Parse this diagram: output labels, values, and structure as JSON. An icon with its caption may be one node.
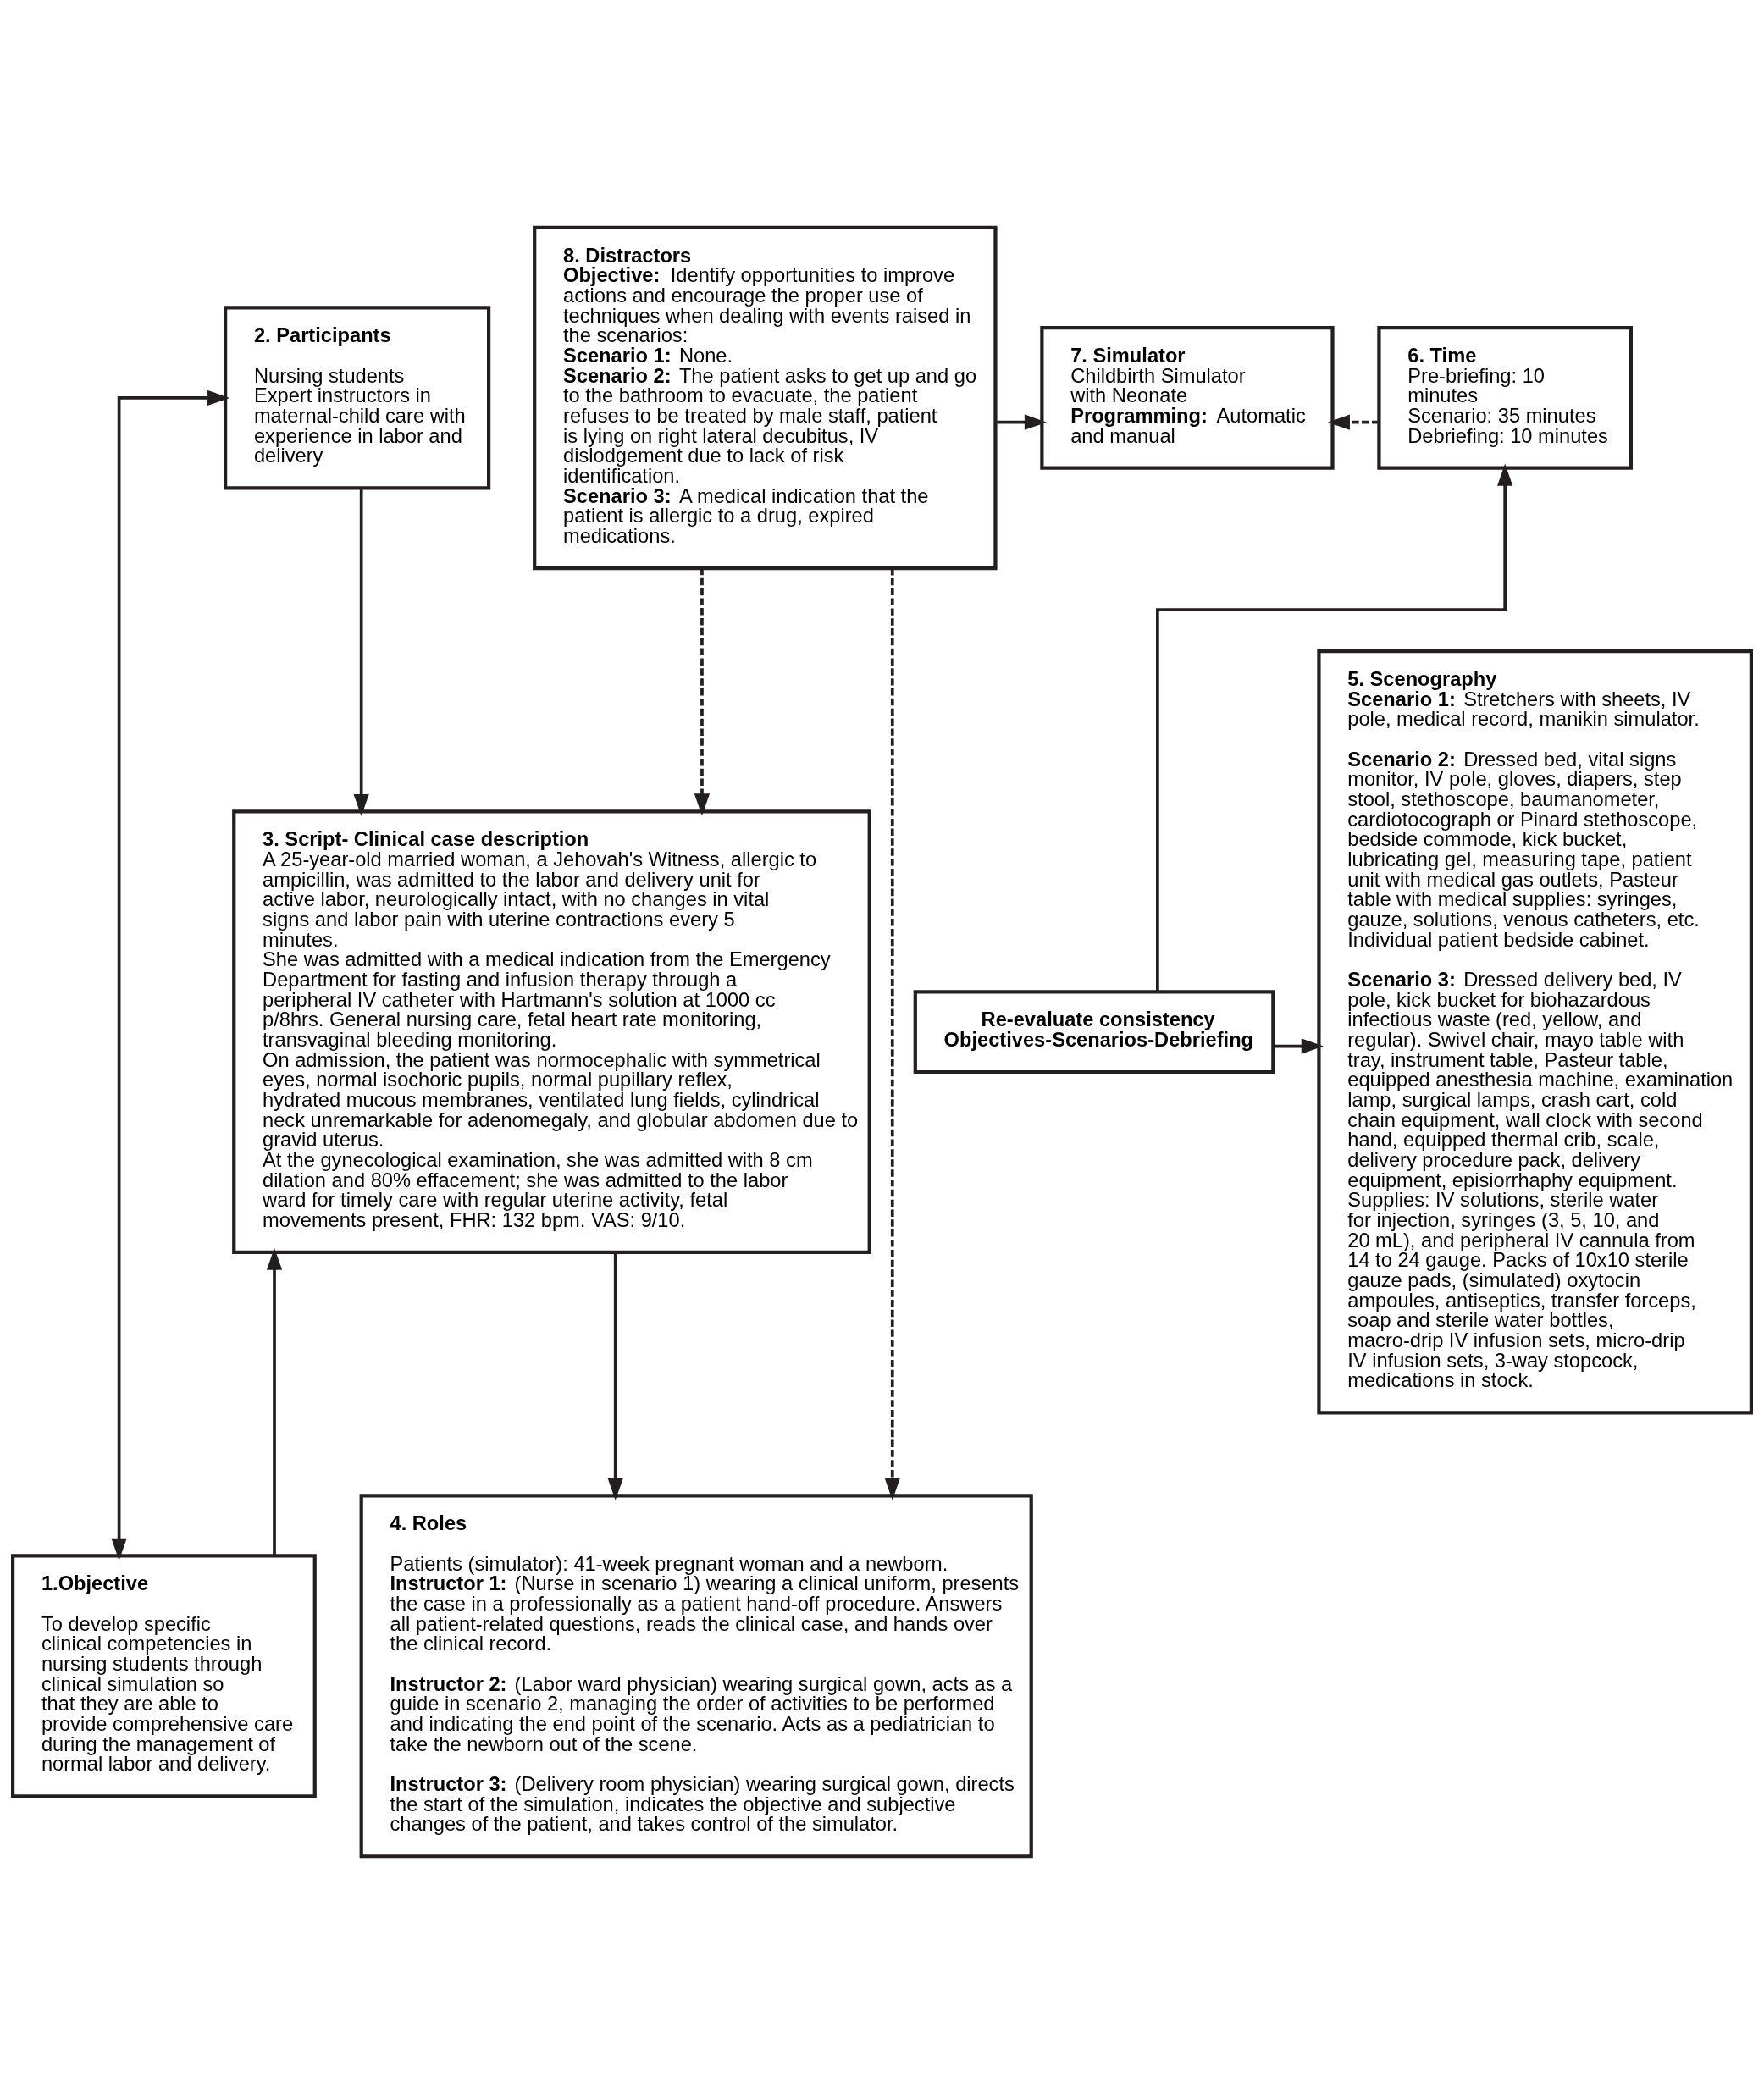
{
  "diagram": {
    "nodes": [
      {
        "text": [
          "2. Participants",
          "Nursing students",
          "Expert instructors in maternal-child care with experience in labor and delivery"
        ]
      },
      {
        "text": [
          "8. Distractors",
          "**Objective:** Identify opportunities to improve actions and encourage the proper use of techniques when dealing with events raised in the scenarios:",
          "**Scenario 1:** None.",
          "**Scenario 2:** The patient asks to get up and go to the bathroom to evacuate, the patient refuses to be treated by male staff, patient is lying on right lateral decubitus, IV dislodgement due to lack of risk identification.",
          "**Scenario 3:** A medical indication that the patient is allergic to a drug, expired medications."
        ]
      },
      {
        "text": [
          "7. Simulator",
          "Childbirth Simulator with Neonate",
          "**Programming:** Automatic and manual"
        ]
      },
      {
        "text": [
          "6. Time",
          "Pre-briefing: 10 minutes",
          "Scenario: 35 minutes",
          "Debriefing: 10 minutes"
        ]
      },
      {
        "text": [
          "3. Script- Clinical case description",
          "A 25-year-old married woman, a Jehovah's Witness, allergic to ampicillin, was admitted to the labor and delivery unit for active labor, neurologically intact, with no changes in vital signs and labor pain with uterine contractions every 5 minutes.",
          "She was admitted with a medical indication from the Emergency Department for fasting and infusion therapy through a peripheral IV catheter with Hartmann's solution at 1000 cc p/8hrs. General nursing care, fetal heart rate monitoring, transvaginal bleeding monitoring.",
          "On admission, the patient was normocephalic with symmetrical eyes, normal isochoric pupils, normal pupillary reflex, hydrated mucous membranes, ventilated lung fields, cylindrical neck unremarkable for adenomegaly, and globular abdomen due to gravid uterus.",
          "At the gynecological examination, she was admitted with 8 cm dilation and 80% effacement; she was admitted to the labor ward for timely care with regular uterine activity, fetal movements present, FHR: 132 bpm. VAS: 9/10."
        ]
      },
      {
        "text": [
          "Re-evaluate consistency Objectives-Scenarios-Debriefing"
        ]
      },
      {
        "text": [
          "5. Scenography",
          "**Scenario 1:** Stretchers with sheets, IV pole, medical record, manikin simulator.",
          "**Scenario 2:** Dressed bed, vital signs monitor, IV pole, gloves, diapers, step stool, stethoscope, baumanometer, cardiotocograph or Pinard stethoscope, bedside commode, kick bucket, lubricating gel, measuring tape, patient unit with medical gas outlets, Pasteur table with medical supplies: syringes, gauze, solutions, venous catheters, etc. Individual patient bedside cabinet.",
          "**Scenario 3:** Dressed delivery bed, IV pole, kick bucket for biohazardous infectious waste (red, yellow, and regular). Swivel chair, mayo table with tray, instrument table, Pasteur table, equipped anesthesia machine, examination lamp, surgical lamps, crash cart, cold chain equipment, wall clock with second hand, equipped thermal crib, scale, delivery procedure pack, delivery equipment, episiorrhaphy equipment. Supplies: IV solutions, sterile water for injection, syringes (3, 5, 10, and 20 mL), and peripheral IV cannula from 14 to 24 gauge. Packs of 10x10 sterile gauze pads, (simulated) oxytocin ampoules, antiseptics, transfer forceps, soap and sterile water bottles, macro-drip IV infusion sets, micro-drip IV infusion sets, 3-way stopcock, medications in stock."
        ]
      },
      {
        "text": [
          "1.Objective",
          "To develop specific clinical competencies in nursing students through clinical simulation so that they are able to provide comprehensive care during the management of normal labor and delivery."
        ]
      },
      {
        "text": [
          "4. Roles",
          "Patients (simulator): 41-week pregnant woman and a newborn.",
          "**Instructor 1:** (Nurse in scenario 1) wearing a clinical uniform, presents the case in a professionally as a patient hand-off procedure. Answers all patient-related questions, reads the clinical case, and hands over the clinical record.",
          "**Instructor 2:** (Labor ward physician) wearing surgical gown, acts as a guide in scenario 2, managing the order of activities to be performed and indicating the end point of the scenario. Acts as a pediatrician to take the newborn out of the scene.",
          "**Instructor 3:** (Delivery room physician) wearing surgical gown, directs the start of the simulation, indicates the objective and subjective changes of the patient, and takes control of the simulator."
        ]
      }
    ],
    "edges": [
      {
        "from": 1,
        "to": 8,
        "arrow": "to",
        "style": "dashed"
      },
      {
        "from": 3,
        "to": 2,
        "arrow": "to",
        "style": "dashed"
      },
      {
        "from": 1,
        "to": 2,
        "arrow": "to"
      },
      {
        "from": 0,
        "to": 7,
        "arrow": "both"
      },
      {
        "from": 0,
        "to": 4,
        "arrow": "to"
      },
      {
        "from": 7,
        "to": 4,
        "arrow": "to"
      },
      {
        "from": 1,
        "to": 4,
        "arrow": "to",
        "style": "dashed"
      },
      {
        "from": 5,
        "to": 3,
        "arrow": "to"
      },
      {
        "from": 5,
        "to": 6,
        "arrow": "to"
      },
      {
        "from": 4,
        "to": 8,
        "arrow": "to"
      }
    ]
  }
}
